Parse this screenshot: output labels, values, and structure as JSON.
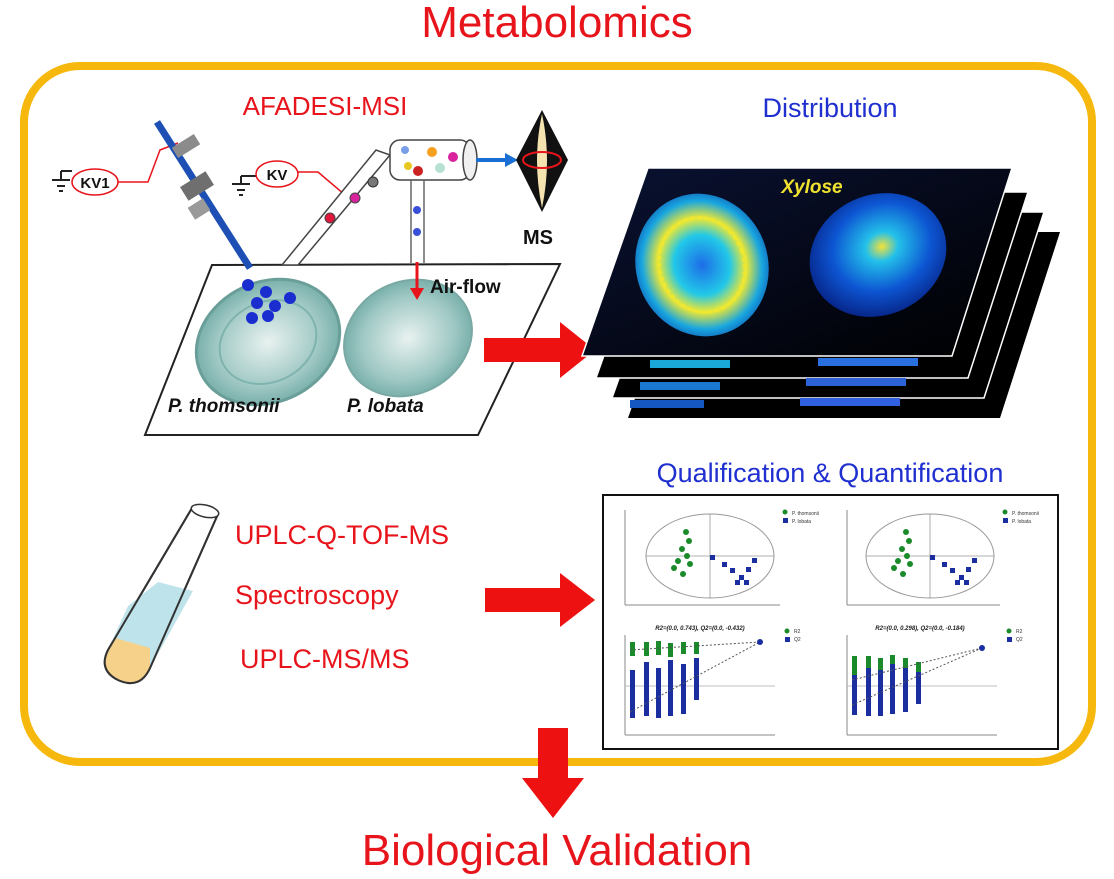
{
  "title": "Metabolomics",
  "bottom_title": "Biological Validation",
  "sections": {
    "afadesi": {
      "label": "AFADESI-MSI",
      "kv1": "KV1",
      "kv": "KV",
      "ms": "MS",
      "airflow": "Air-flow",
      "sample_left": "P. thomsonii",
      "sample_right": "P. lobata"
    },
    "distribution": {
      "label": "Distribution",
      "compound": "Xylose"
    },
    "analytics": {
      "methods": [
        "UPLC-Q-TOF-MS",
        "Spectroscopy",
        "UPLC-MS/MS"
      ]
    },
    "quantification": {
      "label": "Qualification & Quantification",
      "perm_caption_left": "R2=(0.0, 0.743), Q2=(0.0, -0.432)",
      "perm_caption_right": "R2=(0.0, 0.298), Q2=(0.0, -0.184)",
      "legend_pca": [
        "P. thomsonii",
        "P. lobata"
      ],
      "legend_perm": [
        "R2",
        "Q2"
      ]
    }
  },
  "colors": {
    "title_red": "#e8141b",
    "label_blue": "#1f2fd0",
    "frame_gold": "#f6b80c",
    "arrow_red": "#ee1111"
  }
}
